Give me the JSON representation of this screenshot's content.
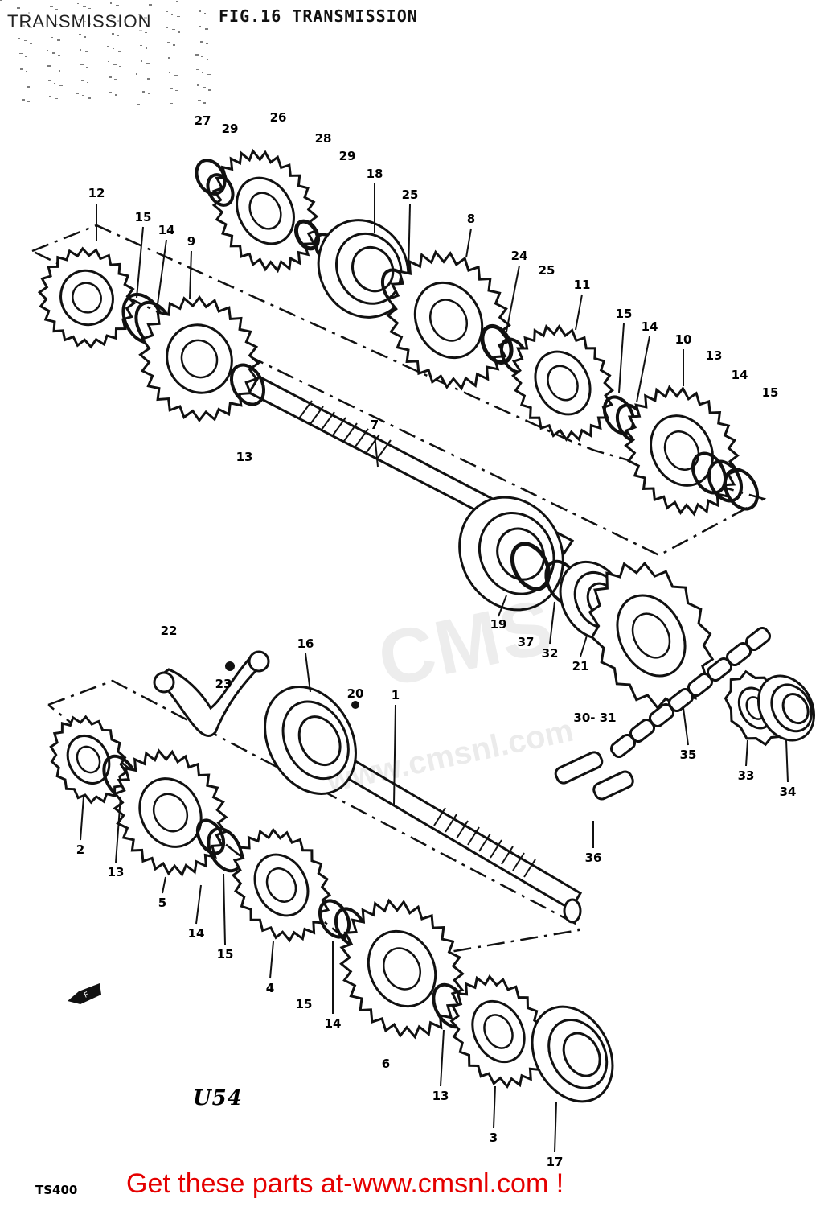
{
  "header": {
    "section_title": "TRANSMISSION",
    "figure_label": "FIG.16  TRANSMISSION"
  },
  "diagram": {
    "part_numbers": [
      "1",
      "2",
      "3",
      "4",
      "5",
      "6",
      "7",
      "8",
      "9",
      "10",
      "11",
      "12",
      "13",
      "14",
      "15",
      "16",
      "17",
      "18",
      "19",
      "20",
      "21",
      "22",
      "23",
      "24",
      "25",
      "26",
      "27",
      "28",
      "29",
      "30",
      "31",
      "32",
      "33",
      "34",
      "35",
      "36",
      "37"
    ],
    "callouts": [
      {
        "id": "27",
        "label": "27"
      },
      {
        "id": "29a",
        "label": "29"
      },
      {
        "id": "26",
        "label": "26"
      },
      {
        "id": "28",
        "label": "28"
      },
      {
        "id": "29b",
        "label": "29"
      },
      {
        "id": "18",
        "label": "18"
      },
      {
        "id": "25a",
        "label": "25"
      },
      {
        "id": "8",
        "label": "8"
      },
      {
        "id": "24",
        "label": "24"
      },
      {
        "id": "25b",
        "label": "25"
      },
      {
        "id": "11",
        "label": "11"
      },
      {
        "id": "12",
        "label": "12"
      },
      {
        "id": "15a",
        "label": "15"
      },
      {
        "id": "14a",
        "label": "14"
      },
      {
        "id": "9",
        "label": "9"
      },
      {
        "id": "15b",
        "label": "15"
      },
      {
        "id": "14b",
        "label": "14"
      },
      {
        "id": "10",
        "label": "10"
      },
      {
        "id": "13a",
        "label": "13"
      },
      {
        "id": "14c",
        "label": "14"
      },
      {
        "id": "15c",
        "label": "15"
      },
      {
        "id": "7",
        "label": "7"
      },
      {
        "id": "13b",
        "label": "13"
      },
      {
        "id": "19",
        "label": "19"
      },
      {
        "id": "37",
        "label": "37"
      },
      {
        "id": "32",
        "label": "32"
      },
      {
        "id": "21",
        "label": "21"
      },
      {
        "id": "22",
        "label": "22"
      },
      {
        "id": "23",
        "label": "23"
      },
      {
        "id": "16",
        "label": "16"
      },
      {
        "id": "20",
        "label": "20"
      },
      {
        "id": "1",
        "label": "1"
      },
      {
        "id": "30-31",
        "label": "30- 31"
      },
      {
        "id": "35",
        "label": "35"
      },
      {
        "id": "33",
        "label": "33"
      },
      {
        "id": "34",
        "label": "34"
      },
      {
        "id": "36",
        "label": "36"
      },
      {
        "id": "2",
        "label": "2"
      },
      {
        "id": "13c",
        "label": "13"
      },
      {
        "id": "5",
        "label": "5"
      },
      {
        "id": "14d",
        "label": "14"
      },
      {
        "id": "15d",
        "label": "15"
      },
      {
        "id": "4",
        "label": "4"
      },
      {
        "id": "15e",
        "label": "15"
      },
      {
        "id": "14e",
        "label": "14"
      },
      {
        "id": "6",
        "label": "6"
      },
      {
        "id": "13d",
        "label": "13"
      },
      {
        "id": "3",
        "label": "3"
      },
      {
        "id": "17",
        "label": "17"
      }
    ],
    "diagram_code": "U54",
    "front_arrow_label": "F"
  },
  "footer": {
    "model": "TS400",
    "banner": "Get these parts at-www.cmsnl.com !"
  },
  "watermark": {
    "brand": "CMS",
    "url": "www.cmsnl.com"
  },
  "colors": {
    "ink": "#111111",
    "banner_red": "#e50000",
    "background": "#ffffff"
  }
}
